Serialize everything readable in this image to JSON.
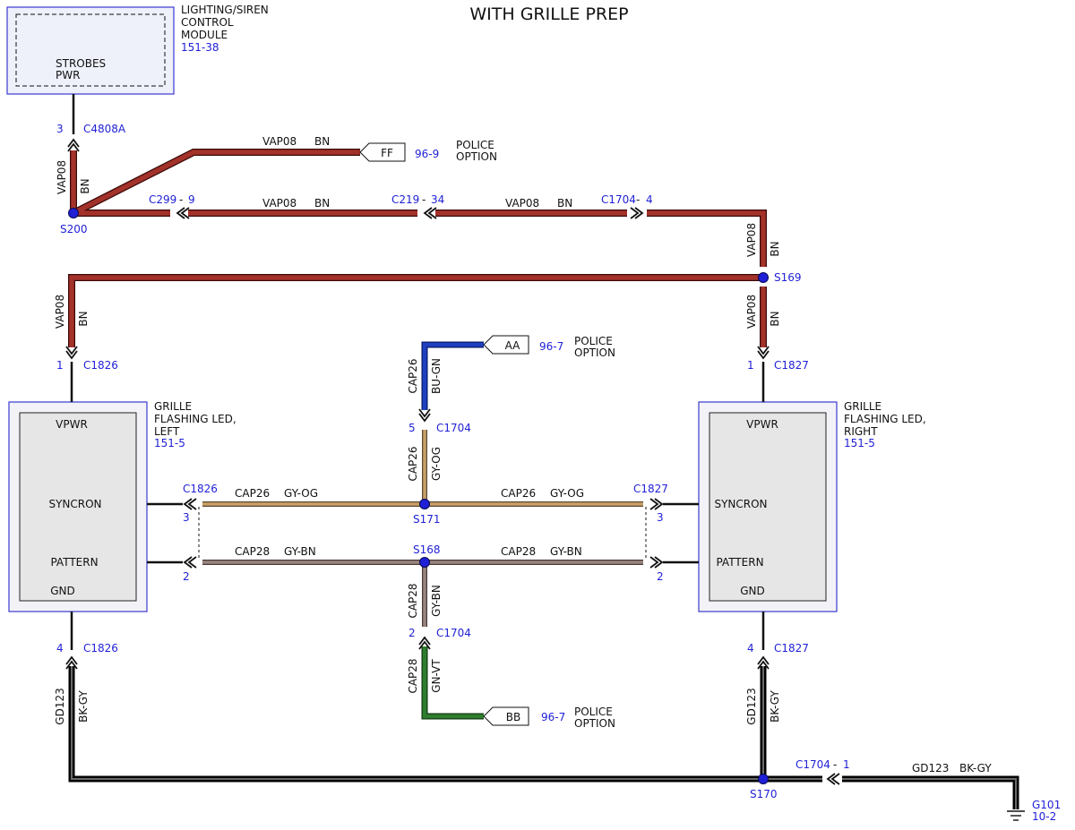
{
  "title": "WITH GRILLE PREP",
  "colors": {
    "bn": "#9b2a24",
    "bn_edge": "#3a0a08",
    "bu_gn": "#1f3fbf",
    "gy_og": "#c49a5a",
    "gy_bn": "#8a7a74",
    "gn_vt": "#2f7d2f",
    "bk_gy": "#111111",
    "blue_label": "#1f1fd6",
    "box_border": "#3a3ad0"
  },
  "modules": {
    "lighting": {
      "name_lines": [
        "LIGHTING/SIREN",
        "CONTROL",
        "MODULE"
      ],
      "ref": "151-38",
      "pin_lines": [
        "STROBES",
        "PWR"
      ]
    },
    "left": {
      "name_lines": [
        "GRILLE",
        "FLASHING LED,",
        "LEFT"
      ],
      "ref": "151-5",
      "pins": {
        "vpwr": "VPWR",
        "syncron": "SYNCRON",
        "pattern": "PATTERN",
        "gnd": "GND"
      }
    },
    "right": {
      "name_lines": [
        "GRILLE",
        "FLASHING LED,",
        "RIGHT"
      ],
      "ref": "151-5",
      "pins": {
        "vpwr": "VPWR",
        "syncron": "SYNCRON",
        "pattern": "PATTERN",
        "gnd": "GND"
      }
    }
  },
  "connectors": {
    "c4808a": {
      "name": "C4808A",
      "pin": "3"
    },
    "c299": {
      "name": "C299",
      "pin": "9"
    },
    "c219": {
      "name": "C219",
      "pin": "34"
    },
    "c1704_4": {
      "name": "C1704",
      "pin": "4"
    },
    "c1826_1": {
      "name": "C1826",
      "pin": "1"
    },
    "c1827_1": {
      "name": "C1827",
      "pin": "1"
    },
    "c1704_5": {
      "name": "C1704",
      "pin": "5"
    },
    "c1826_3": {
      "name": "C1826",
      "pin": "3"
    },
    "c1826_2": {
      "pin": "2"
    },
    "c1827_3": {
      "name": "C1827",
      "pin": "3"
    },
    "c1827_2": {
      "pin": "2"
    },
    "c1704_2": {
      "name": "C1704",
      "pin": "2"
    },
    "c1826_4": {
      "name": "C1826",
      "pin": "4"
    },
    "c1827_4": {
      "name": "C1827",
      "pin": "4"
    },
    "c1704_1": {
      "name": "C1704",
      "pin": "1"
    }
  },
  "splices": {
    "s200": "S200",
    "s169": "S169",
    "s171": "S171",
    "s168": "S168",
    "s170": "S170"
  },
  "wires": {
    "vap08": "VAP08",
    "bn": "BN",
    "cap26": "CAP26",
    "bu_gn": "BU-GN",
    "gy_og": "GY-OG",
    "cap28": "CAP28",
    "gy_bn": "GY-BN",
    "gn_vt": "GN-VT",
    "gd123": "GD123",
    "bk_gy": "BK-GY"
  },
  "offpage": {
    "ff": {
      "tag": "FF",
      "ref": "96-9",
      "note_lines": [
        "POLICE",
        "OPTION"
      ]
    },
    "aa": {
      "tag": "AA",
      "ref": "96-7",
      "note_lines": [
        "POLICE",
        "OPTION"
      ]
    },
    "bb": {
      "tag": "BB",
      "ref": "96-7",
      "note_lines": [
        "POLICE",
        "OPTION"
      ]
    }
  },
  "ground": {
    "name": "G101",
    "ref": "10-2"
  },
  "connector_dash": "-"
}
